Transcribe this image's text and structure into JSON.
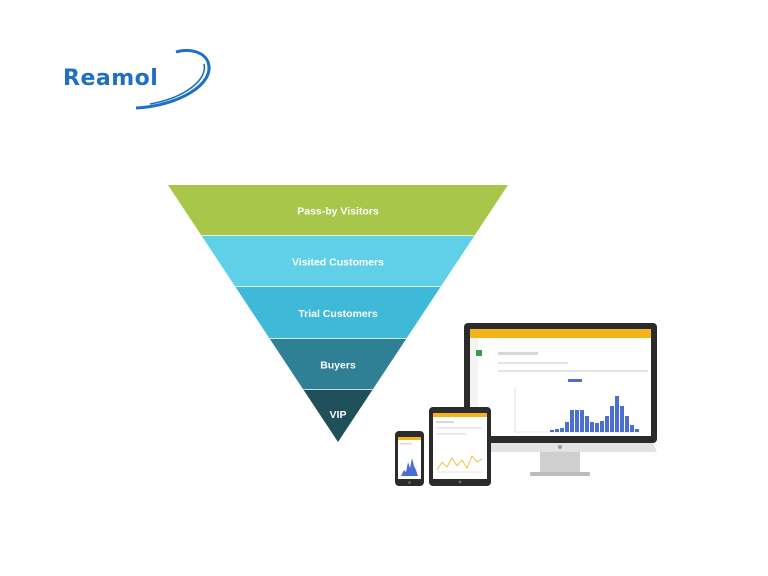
{
  "brand": {
    "logo_text": "Reamol",
    "logo_color": "#1f6fc5"
  },
  "funnel": {
    "segments": [
      {
        "label": "Pass-by Visitors",
        "color": "#a8c74a"
      },
      {
        "label": "Visited Customers",
        "color": "#5fd0e8"
      },
      {
        "label": "Trial Customers",
        "color": "#3eb9d8"
      },
      {
        "label": "Buyers",
        "color": "#2f7f95"
      },
      {
        "label": "VIP",
        "color": "#1f4f59"
      }
    ]
  },
  "devices": {
    "accent": "#f2b31b",
    "chart_bar_color": "#4a6fd1",
    "icons": [
      "monitor-icon",
      "tablet-icon",
      "phone-icon"
    ]
  }
}
